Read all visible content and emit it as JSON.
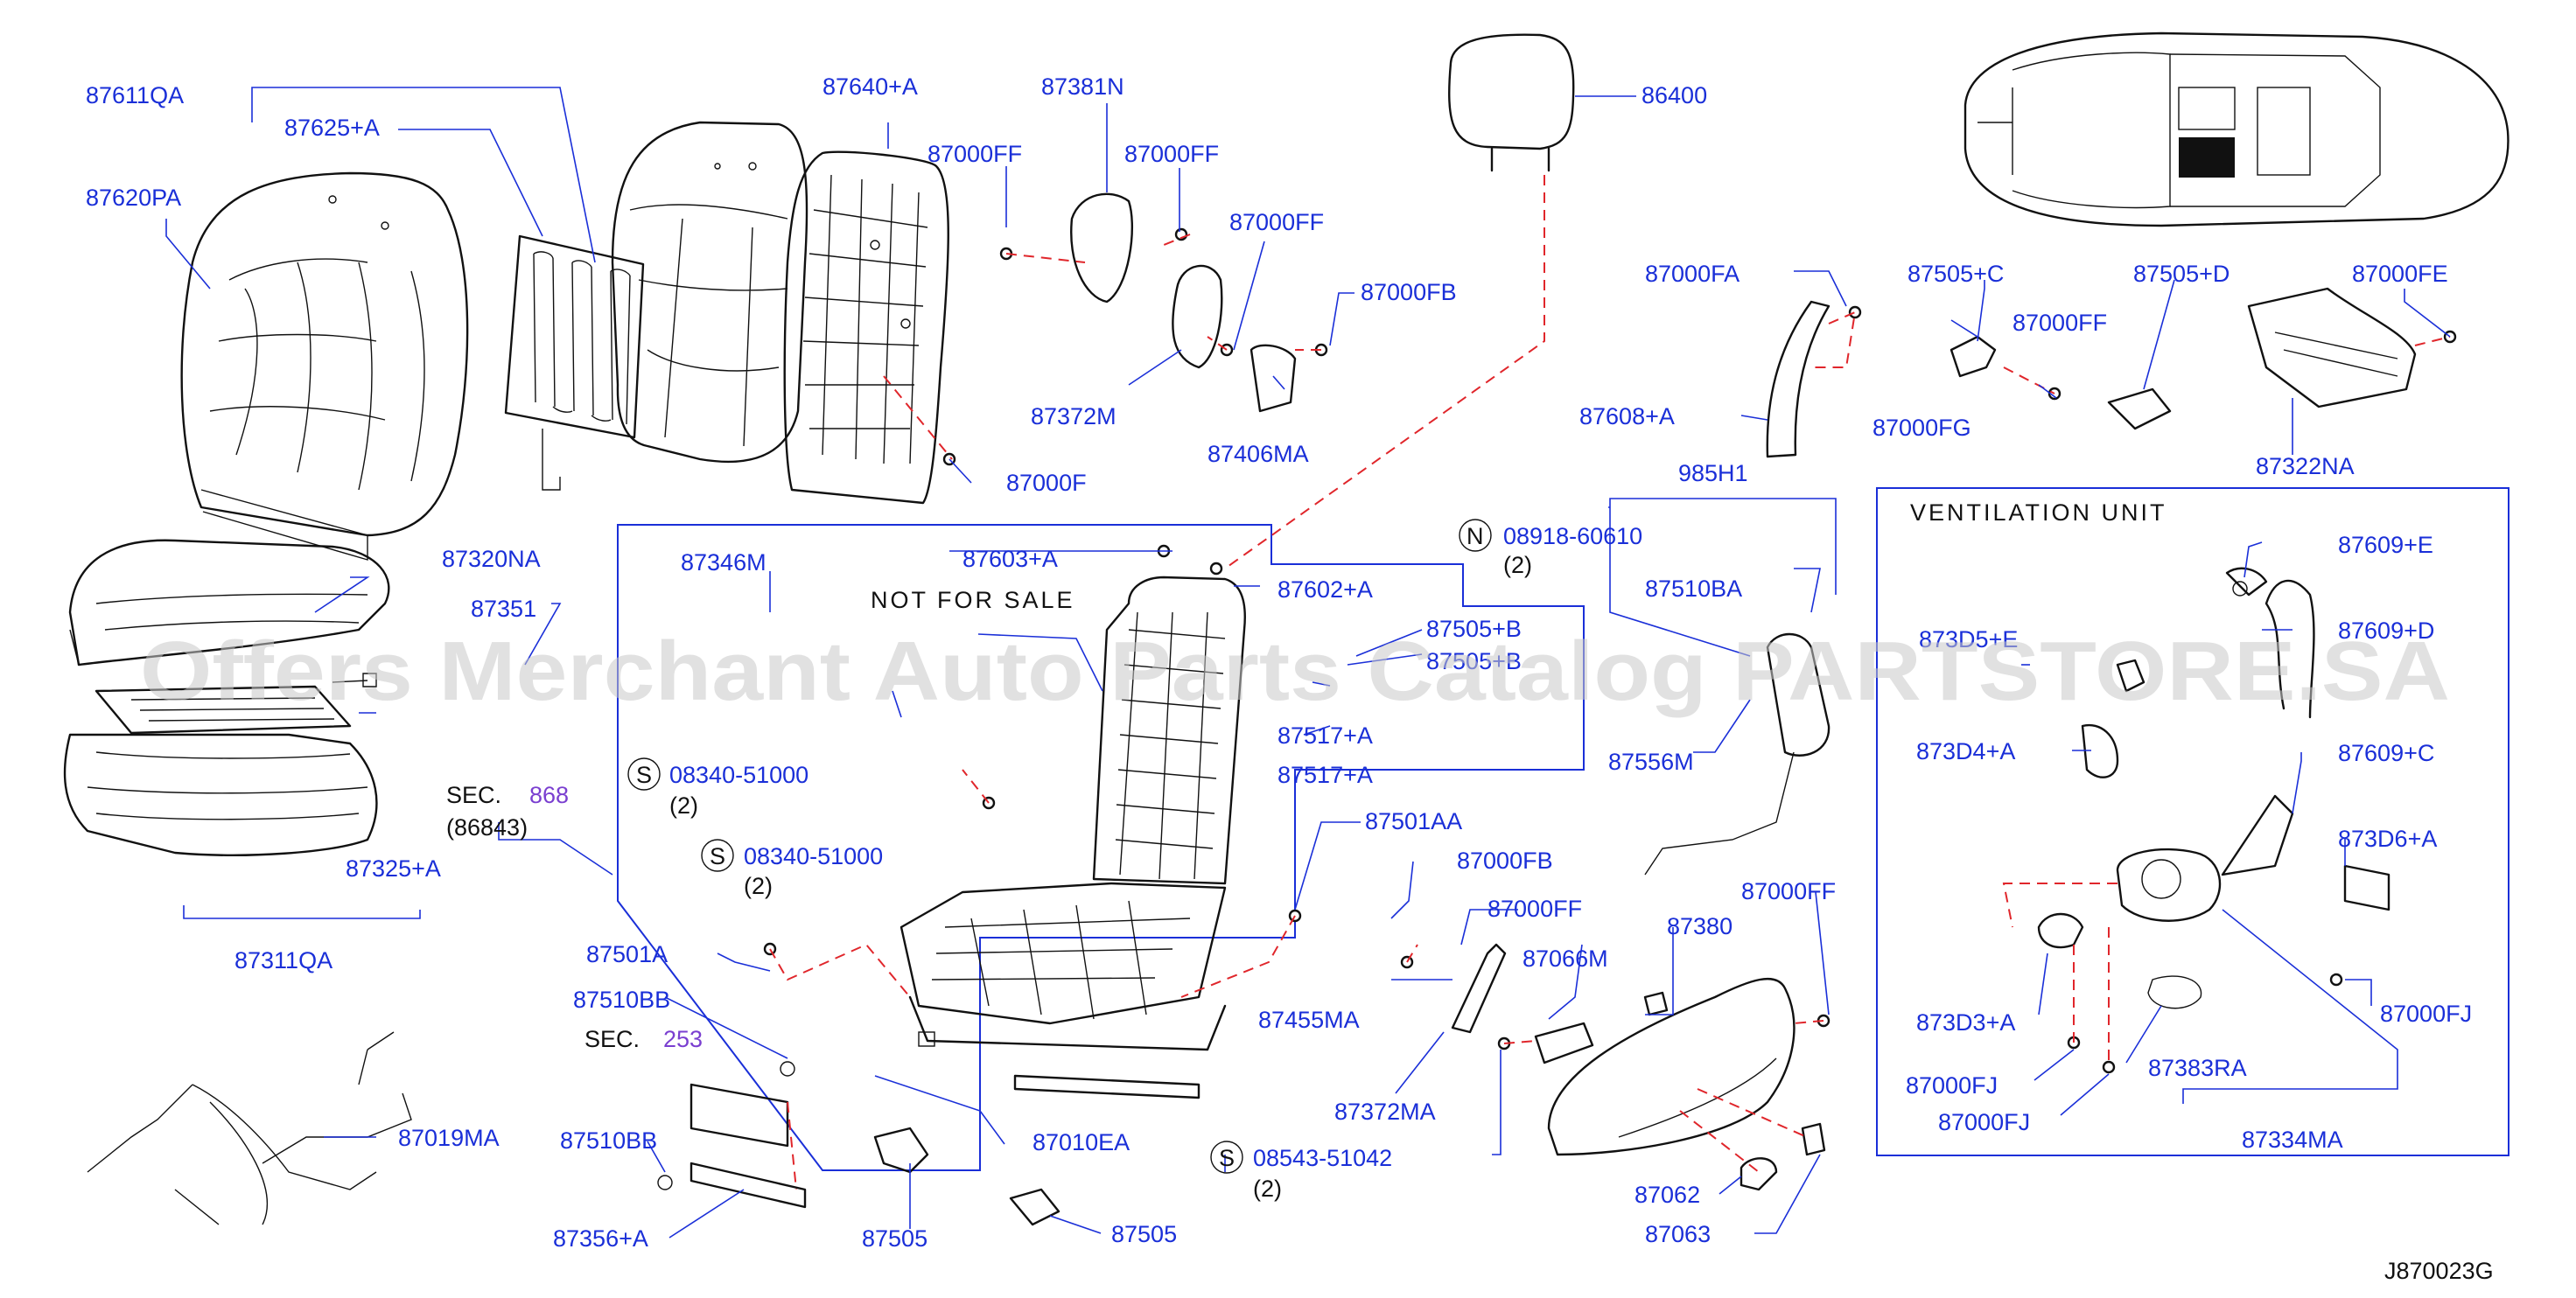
{
  "diagram": {
    "code": "J870023G",
    "watermark": "Offers Merchant Auto Parts Catalog PARTSTORE.SA",
    "not_for_sale": "NOT FOR SALE",
    "ventilation_title": "VENTILATION UNIT",
    "labels": {
      "p87611QA": "87611QA",
      "p87625A": "87625+A",
      "p87640A": "87640+A",
      "p87381N": "87381N",
      "p86400": "86400",
      "p87620PA": "87620PA",
      "p87000FF_a": "87000FF",
      "p87000FF_b": "87000FF",
      "p87000FF_c": "87000FF",
      "p87000FB_a": "87000FB",
      "p87372M": "87372M",
      "p87406MA": "87406MA",
      "p87000F": "87000F",
      "p87000FA": "87000FA",
      "p87505C": "87505+C",
      "p87505D": "87505+D",
      "p87000FE": "87000FE",
      "p87000FF_d": "87000FF",
      "p87608A": "87608+A",
      "p87000FG": "87000FG",
      "p87322NA": "87322NA",
      "p985H1": "985H1",
      "p87320NA": "87320NA",
      "p87351": "87351",
      "p87346M": "87346M",
      "p87603A": "87603+A",
      "p87602A": "87602+A",
      "p08918": "08918-60610",
      "p08918_qty": "(2)",
      "p87510BA": "87510BA",
      "p87505B": "87505+B",
      "p87505B2": "87505+B",
      "p87517A_a": "87517+A",
      "p87517A_b": "87517+A",
      "p87556M": "87556M",
      "p08340_a": "08340-51000",
      "p08340_a_qty": "(2)",
      "p08340_b": "08340-51000",
      "p08340_b_qty": "(2)",
      "p87501AA": "87501AA",
      "p87000FB_b": "87000FB",
      "p87000FF_e": "87000FF",
      "p87380": "87380",
      "p87000FF_f": "87000FF",
      "p87066M": "87066M",
      "p87325A": "87325+A",
      "p87311QA": "87311QA",
      "p87501A": "87501A",
      "p87510BB_a": "87510BB",
      "p87455MA": "87455MA",
      "p87372MA": "87372MA",
      "p87019MA": "87019MA",
      "p87510BB_b": "87510BB",
      "p87010EA": "87010EA",
      "p08543": "08543-51042",
      "p08543_qty": "(2)",
      "p87062": "87062",
      "p87356A": "87356+A",
      "p87505_a": "87505",
      "p87505_b": "87505",
      "p87063": "87063",
      "p87609E": "87609+E",
      "p87609D": "87609+D",
      "p873E": "873D5+E",
      "p873D4A": "873D4+A",
      "p87609C": "87609+C",
      "p873D6A": "873D6+A",
      "p873D3A": "873D3+A",
      "p87000FJ_a": "87000FJ",
      "p87000FJ_b": "87000FJ",
      "p87000FJ_c": "87000FJ",
      "p87383RA": "87383RA",
      "p87334MA": "87334MA",
      "sec1": "SEC.",
      "sec1_num": "868",
      "sec1_sub": "(86843)",
      "sec2": "SEC.",
      "sec2_num": "253",
      "callout_S": "S",
      "callout_N": "N"
    },
    "colors": {
      "label": "#1a2fd8",
      "leader": "#1a2fd8",
      "dashed_link": "#e0262b",
      "section_ref": "#7a3fd0",
      "part_outline": "#111111"
    }
  }
}
